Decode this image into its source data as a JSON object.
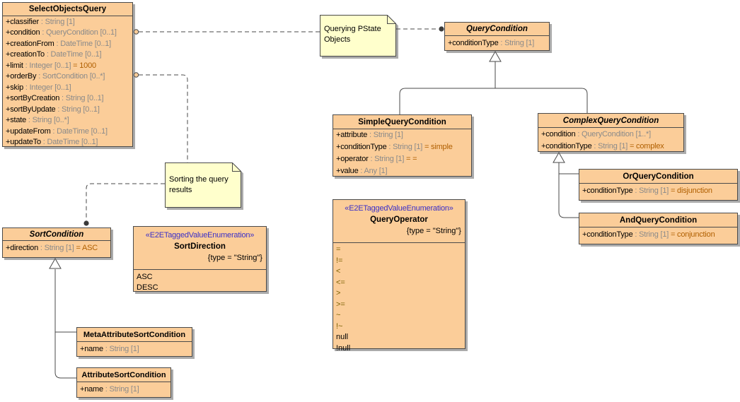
{
  "diagram": {
    "colors": {
      "class_fill": "#FBCD99",
      "class_border": "#4a4a4a",
      "shadow": "#ababab",
      "note_fill": "#FFFFCC",
      "type_text": "#8a8a8a",
      "default_text": "#B05F00",
      "stereotype_text": "#3B2FC8",
      "operator_literal": "#7B6000"
    }
  },
  "notes": {
    "querying": {
      "text": "Querying PState\nObjects"
    },
    "sorting": {
      "text": "Sorting the query\nresults"
    }
  },
  "classes": {
    "selectObjectsQuery": {
      "name": "SelectObjectsQuery",
      "attributes": [
        {
          "n": "+classifier",
          "t": " : String [1]"
        },
        {
          "n": "+condition",
          "t": " : QueryCondition [0..1]"
        },
        {
          "n": "+creationFrom",
          "t": " : DateTime [0..1]"
        },
        {
          "n": "+creationTo",
          "t": " : DateTime [0..1]"
        },
        {
          "n": "+limit",
          "t": " : Integer [0..1]",
          "d": "= 1000"
        },
        {
          "n": "+orderBy",
          "t": " : SortCondition [0..*]"
        },
        {
          "n": "+skip",
          "t": " : Integer [0..1]"
        },
        {
          "n": "+sortByCreation",
          "t": " : String [0..1]"
        },
        {
          "n": "+sortByUpdate",
          "t": " : String [0..1]"
        },
        {
          "n": "+state",
          "t": " : String [0..*]"
        },
        {
          "n": "+updateFrom",
          "t": " : DateTime [0..1]"
        },
        {
          "n": "+updateTo",
          "t": " : DateTime [0..1]"
        }
      ]
    },
    "queryCondition": {
      "name": "QueryCondition",
      "attributes": [
        {
          "n": "+conditionType",
          "t": " : String [1]"
        }
      ]
    },
    "simpleQueryCondition": {
      "name": "SimpleQueryCondition",
      "attributes": [
        {
          "n": "+attribute",
          "t": " : String [1]"
        },
        {
          "n": "+conditionType",
          "t": " : String [1]",
          "d": "= simple"
        },
        {
          "n": "+operator",
          "t": " : String [1]",
          "d": "= ="
        },
        {
          "n": "+value",
          "t": " : Any [1]"
        }
      ]
    },
    "complexQueryCondition": {
      "name": "ComplexQueryCondition",
      "attributes": [
        {
          "n": "+condition",
          "t": " : QueryCondition [1..*]"
        },
        {
          "n": "+conditionType",
          "t": " : String [1]",
          "d": "= complex"
        }
      ]
    },
    "orQueryCondition": {
      "name": "OrQueryCondition",
      "attributes": [
        {
          "n": "+conditionType",
          "t": " : String [1]",
          "d": "= disjunction"
        }
      ]
    },
    "andQueryCondition": {
      "name": "AndQueryCondition",
      "attributes": [
        {
          "n": "+conditionType",
          "t": " : String [1]",
          "d": "= conjunction"
        }
      ]
    },
    "sortCondition": {
      "name": "SortCondition",
      "attributes": [
        {
          "n": "+direction",
          "t": " : String [1]",
          "d": "= ASC"
        }
      ]
    },
    "metaAttributeSortCondition": {
      "name": "MetaAttributeSortCondition",
      "attributes": [
        {
          "n": "+name",
          "t": " : String [1]"
        }
      ]
    },
    "attributeSortCondition": {
      "name": "AttributeSortCondition",
      "attributes": [
        {
          "n": "+name",
          "t": " : String [1]"
        }
      ]
    }
  },
  "enums": {
    "sortDirection": {
      "stereotype": "«E2ETaggedValueEnumeration»",
      "name": "SortDirection",
      "tag": "{type = \"String\"}",
      "literals": [
        {
          "t": "ASC"
        },
        {
          "t": "DESC"
        }
      ]
    },
    "queryOperator": {
      "stereotype": "«E2ETaggedValueEnumeration»",
      "name": "QueryOperator",
      "tag": "{type = \"String\"}",
      "literals": [
        {
          "t": "=",
          "muted": true
        },
        {
          "t": "!=",
          "muted": true
        },
        {
          "t": "<",
          "muted": true
        },
        {
          "t": "<=",
          "muted": true
        },
        {
          "t": ">",
          "muted": true
        },
        {
          "t": ">=",
          "muted": true
        },
        {
          "t": "~",
          "muted": true
        },
        {
          "t": "!~",
          "muted": true
        },
        {
          "t": "null"
        },
        {
          "t": "!null"
        }
      ]
    }
  }
}
